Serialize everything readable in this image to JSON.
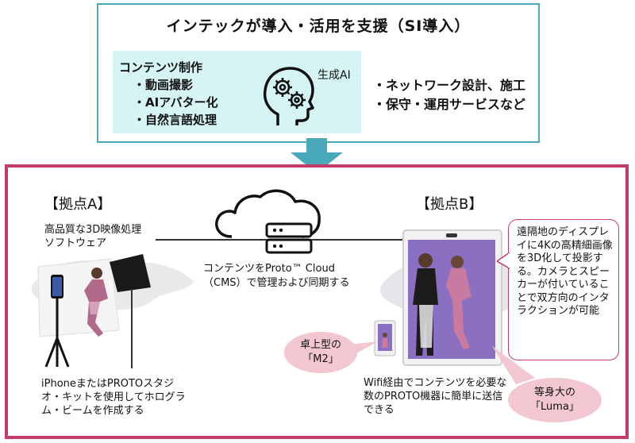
{
  "top": {
    "title": "インテックが導入・活用を支援（SI導入）",
    "services_title": "コンテンツ制作",
    "services": [
      "・動画撮影",
      "・AIアバター化",
      "・自然言語処理"
    ],
    "gen_ai": "生成AI",
    "extras": [
      "・ネットワーク設計、施工",
      "・保守・運用サービスなど"
    ]
  },
  "site_a": {
    "heading": "【拠点A】",
    "software_label": "高品質な3D映像処理\nソフトウェア",
    "caption": "iPhoneまたはPROTOスタジオ・キットを使用してホログラム・ビームを作成する"
  },
  "cloud": {
    "label_line1": "コンテンツをProto™ Cloud",
    "label_line2": "（CMS）で管理および同期する"
  },
  "site_b": {
    "heading": "【拠点B】",
    "m2_bubble": "卓上型の\n「M2」",
    "luma_bubble": "等身大の\n「Luma」",
    "send_caption": "Wifi経由でコンテンツを必要な数のPROTO機器に簡単に送信できる",
    "info_box": "遠隔地のディスプレイに4Kの高精細画像を3D化して投影する。カメラとスピーカーが付いていることで双方向のインタラクションが可能"
  },
  "colors": {
    "teal_border": "#49a8ba",
    "cyan_panel": "#d6f4f4",
    "magenta_border": "#c23b6a",
    "pink_bubble": "#f3c7cf",
    "purple_screen": "#8b6fc0"
  }
}
